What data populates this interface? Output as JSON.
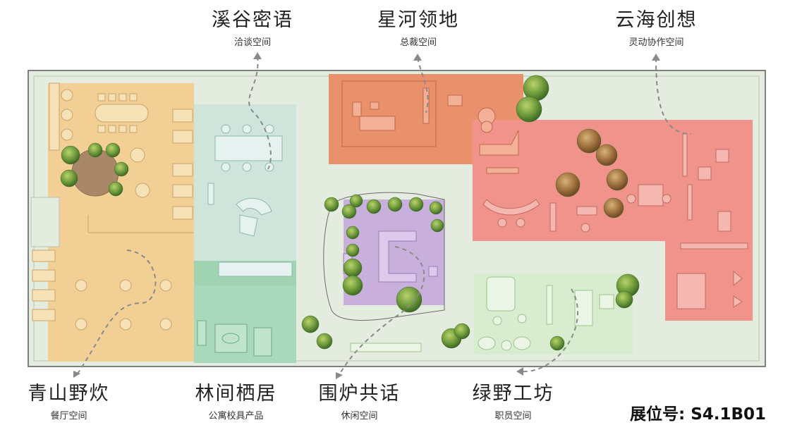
{
  "zones": {
    "xigu": {
      "title": "溪谷密语",
      "sub": "洽谈空间"
    },
    "xinghe": {
      "title": "星河领地",
      "sub": "总裁空间"
    },
    "yunhai": {
      "title": "云海创想",
      "sub": "灵动协作空间"
    },
    "qingshan": {
      "title": "青山野炊",
      "sub": "餐厅空间"
    },
    "linjian": {
      "title": "林间栖居",
      "sub": "公寓校具产品"
    },
    "weilu": {
      "title": "围炉共话",
      "sub": "休闲空间"
    },
    "lvye": {
      "title": "绿野工坊",
      "sub": "职员空间"
    }
  },
  "booth_number": "展位号: S4.1B01",
  "colors": {
    "floor": "#e3ecdf",
    "outline": "#5a5a5a",
    "dining": "#f2cf94",
    "meeting": "#cfe5dc",
    "product": "#9fd3b2",
    "ceo": "#e9916a",
    "collab": "#f0938a",
    "lounge": "#c9b0dc",
    "staff": "#d8eccf",
    "tree": "#6f9a3c",
    "path": "#8a8a8a"
  }
}
